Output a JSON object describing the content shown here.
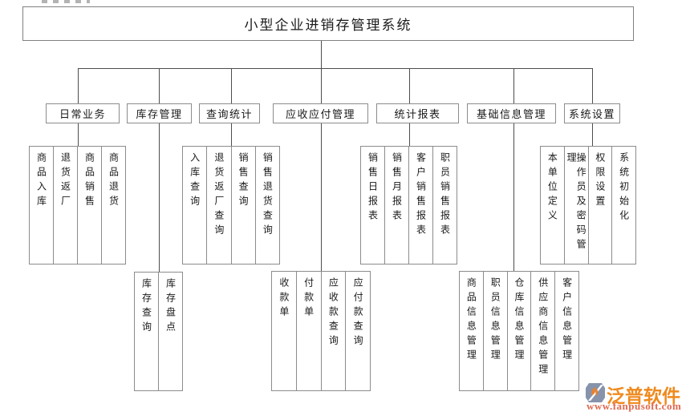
{
  "title": "小型企业进销存管理系统",
  "tree": {
    "groups": [
      {
        "label": "日常业务",
        "children": [
          "商品入库",
          "退货返厂",
          "商品销售",
          "商品退货"
        ]
      },
      {
        "label": "库存管理",
        "children": [
          "库存查询",
          "库存盘点"
        ]
      },
      {
        "label": "查询统计",
        "children": [
          "入库查询",
          "退货返厂查询",
          "销售查询",
          "销售退货查询"
        ]
      },
      {
        "label": "应收应付管理",
        "children": [
          "收款单",
          "付款单",
          "应收款查询",
          "应付款查询"
        ]
      },
      {
        "label": "统计报表",
        "children": [
          "销售日报表",
          "销售月报表",
          "客户销售报表",
          "职员销售报表"
        ]
      },
      {
        "label": "基础信息管理",
        "children": [
          "商品信息管理",
          "职员信息管理",
          "仓库信息管理",
          "供应商信息管理",
          "客户信息管理"
        ]
      },
      {
        "label": "系统设置",
        "children": [
          "本单位定义",
          "操作员及密码管理",
          "权限设置",
          "系统初始化"
        ]
      }
    ]
  },
  "watermark": {
    "brand": "泛普软件",
    "url": "www.fanpusoft.com",
    "brand_color": "#ef8a1f",
    "url_color": "#e06a50",
    "icon": "fanpu-logo-icon",
    "icon_colors": {
      "shield": "#8693ab",
      "swoosh": "#e8812f"
    }
  },
  "colors": {
    "background": "#ffffff",
    "connector_line": "#4d4d4d",
    "box_border": "#8c8c8c",
    "text": "#1a1a1a"
  }
}
